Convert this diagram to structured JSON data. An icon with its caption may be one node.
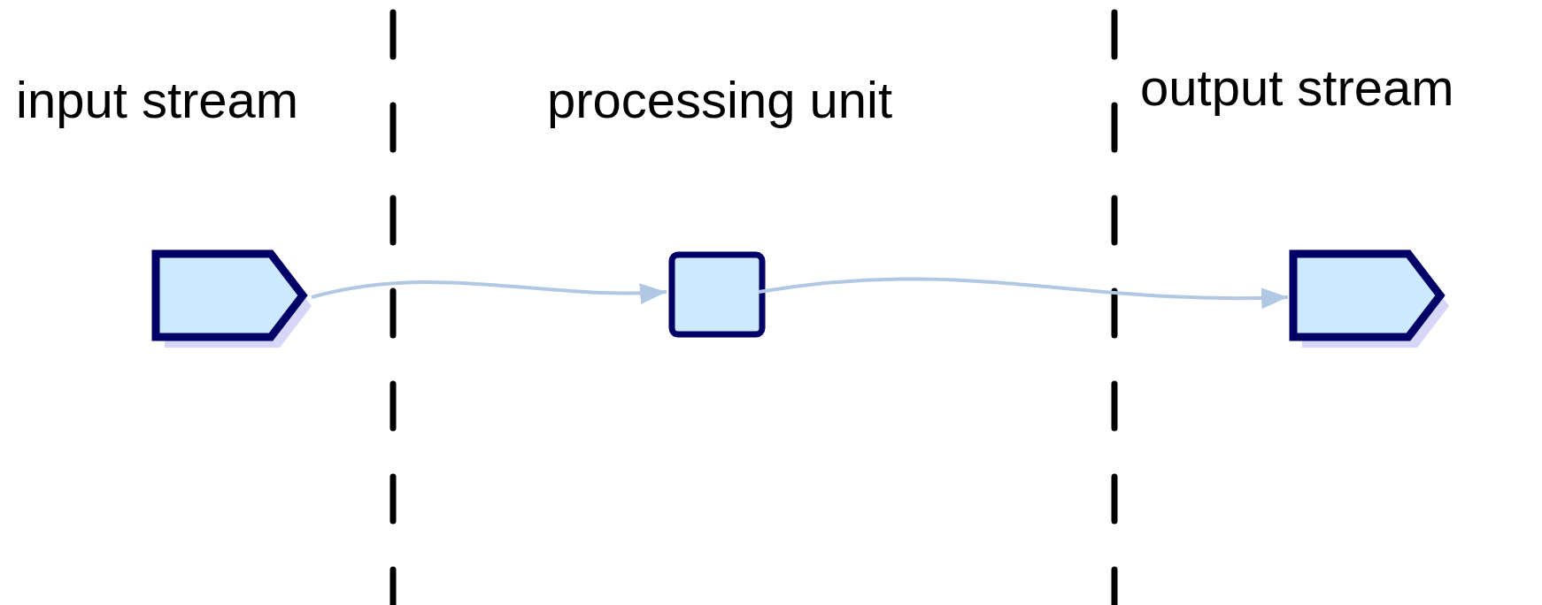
{
  "diagram": {
    "nodes": [
      {
        "text": [],
        "shape": "pentagon"
      },
      {
        "text": [],
        "shape": "box"
      },
      {
        "text": [],
        "shape": "pentagon"
      }
    ],
    "edges": [
      {
        "from": 0,
        "to": 1,
        "arrow": "to"
      },
      {
        "from": 1,
        "to": 2,
        "arrow": "to"
      }
    ],
    "labels": [
      "input stream",
      "processing unit",
      "output stream"
    ]
  }
}
